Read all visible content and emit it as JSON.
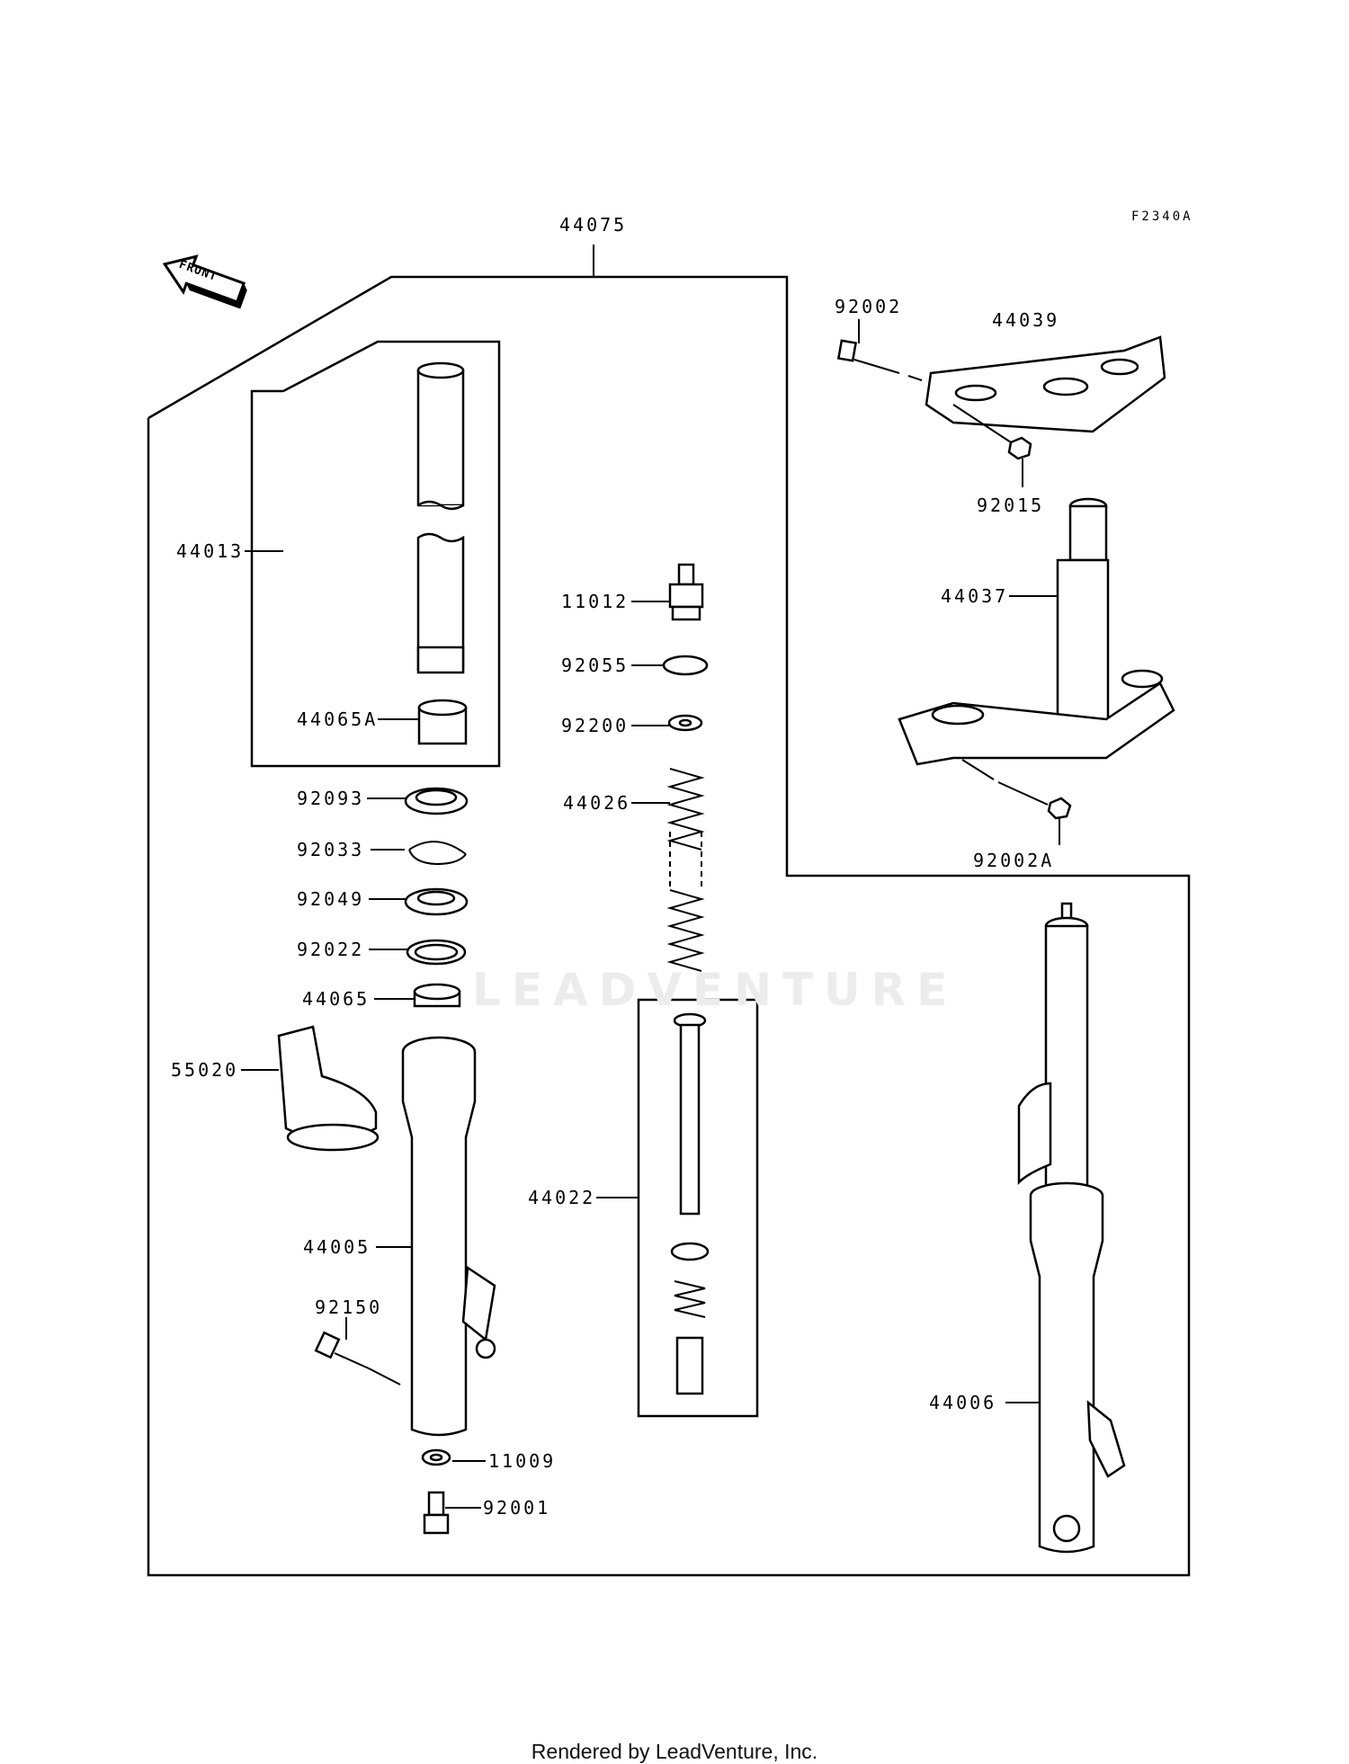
{
  "diagram_code": "F2340A",
  "front_arrow_label": "FRONT",
  "assembly_label": "44075",
  "watermark": "LEADVENTURE",
  "footer": "Rendered by LeadVenture, Inc.",
  "parts": {
    "p44013": "44013",
    "p44065A": "44065A",
    "p92093": "92093",
    "p92033": "92033",
    "p92049": "92049",
    "p92022": "92022",
    "p44065": "44065",
    "p55020": "55020",
    "p44005": "44005",
    "p92150": "92150",
    "p11009": "11009",
    "p92001": "92001",
    "p11012": "11012",
    "p92055": "92055",
    "p92200": "92200",
    "p44026": "44026",
    "p44022": "44022",
    "p92002": "92002",
    "p44039": "44039",
    "p92015": "92015",
    "p44037": "44037",
    "p92002A": "92002A",
    "p44006": "44006"
  }
}
